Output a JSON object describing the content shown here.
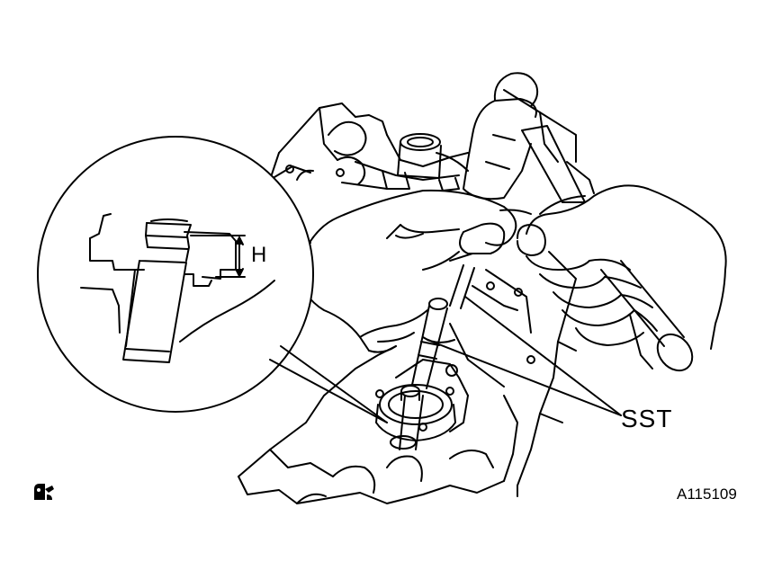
{
  "labels": {
    "height_dim": "H",
    "tool": "SST",
    "figure_id": "A115109"
  },
  "icons": {
    "corner_symbol": "apply-grease-icon"
  },
  "colors": {
    "line": "#000000",
    "background": "#ffffff"
  }
}
